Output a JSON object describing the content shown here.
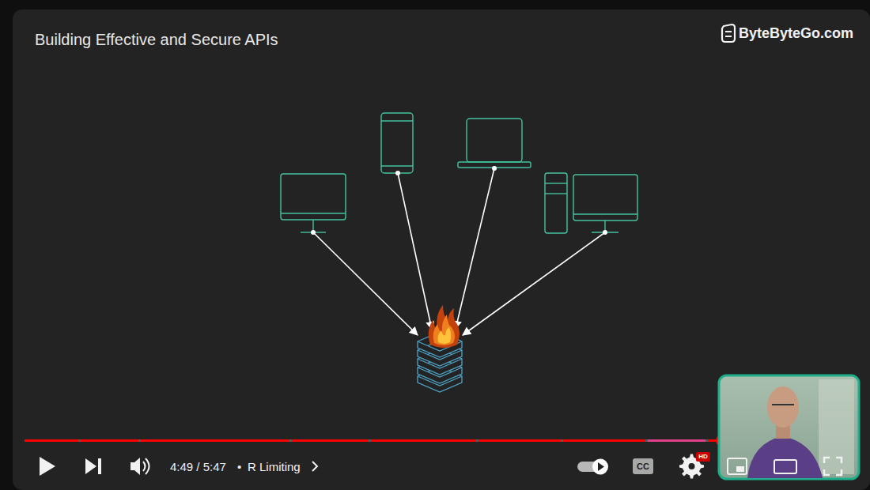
{
  "diagram": {
    "title": "Building Effective and Secure APIs",
    "labels": [
      "ByteByteGo.com",
      "4:49 / 5:47",
      "•",
      "R Limiting",
      "CC",
      "HD"
    ]
  }
}
